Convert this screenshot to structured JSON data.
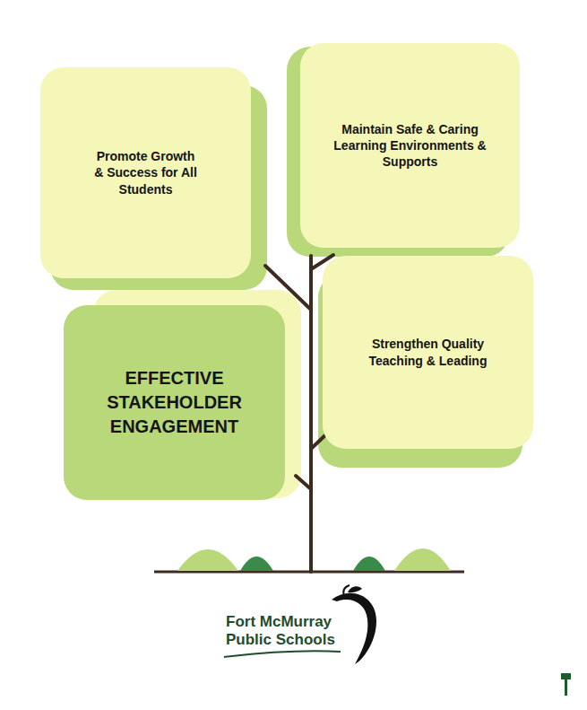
{
  "diagram": {
    "nodes": [
      {
        "text": [
          "Promote Growth & Success for All Students"
        ]
      },
      {
        "text": [
          "Maintain Safe & Caring Learning Environments & Supports"
        ]
      },
      {
        "text": [
          "EFFECTIVE STAKEHOLDER ENGAGEMENT"
        ]
      },
      {
        "text": [
          "Strengthen Quality Teaching & Leading"
        ]
      }
    ],
    "labels": [
      "Fort McMurray Public Schools"
    ]
  }
}
